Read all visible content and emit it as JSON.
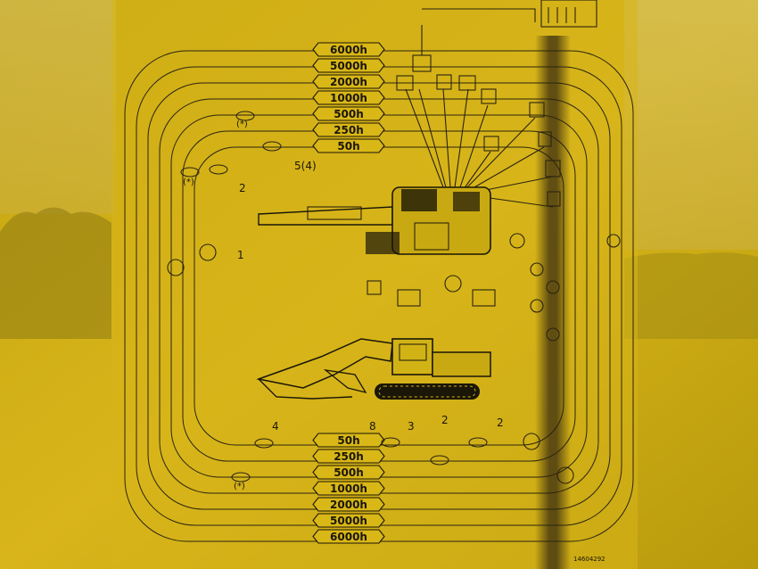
{
  "photo": {
    "subject": "Excavator lubrication and maintenance interval decal",
    "colors": {
      "background": "#c9a80c",
      "ink": "#1a1608",
      "panel": "#d9b514"
    }
  },
  "intervals_top": [
    "6000h",
    "5000h",
    "2000h",
    "1000h",
    "500h",
    "250h",
    "50h"
  ],
  "intervals_bottom": [
    "50h",
    "250h",
    "500h",
    "1000h",
    "2000h",
    "5000h",
    "6000h"
  ],
  "callouts": {
    "c1": "1",
    "c2a": "2",
    "c2b": "2",
    "c2c": "2",
    "c3": "3",
    "c4": "4",
    "c5": "5(4)",
    "c8": "8",
    "star_top": "(*)",
    "star_left": "(*)",
    "star_bottom": "(*)"
  },
  "part_number": "14604292"
}
